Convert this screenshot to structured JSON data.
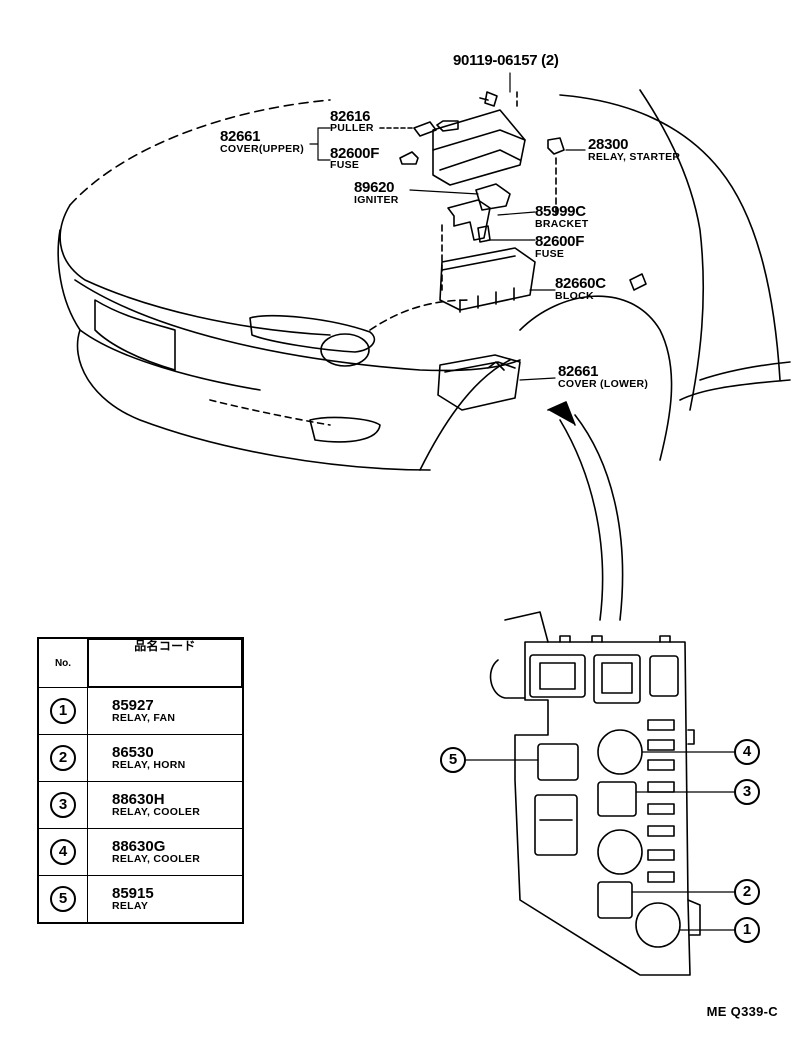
{
  "parts": [
    {
      "id": "bolt",
      "number": "90119-06157 (2)",
      "description": ""
    },
    {
      "id": "puller",
      "number": "82616",
      "description": "PULLER"
    },
    {
      "id": "cover-upper",
      "number": "82661",
      "description": "COVER(UPPER)"
    },
    {
      "id": "fuse-upper",
      "number": "82600F",
      "description": "FUSE"
    },
    {
      "id": "relay-starter",
      "number": "28300",
      "description": "RELAY, STARTER"
    },
    {
      "id": "igniter",
      "number": "89620",
      "description": "IGNITER"
    },
    {
      "id": "bracket",
      "number": "85999C",
      "description": "BRACKET"
    },
    {
      "id": "fuse-lower",
      "number": "82600F",
      "description": "FUSE"
    },
    {
      "id": "block",
      "number": "82660C",
      "description": "BLOCK"
    },
    {
      "id": "cover-lower",
      "number": "82661",
      "description": "COVER (LOWER)"
    }
  ],
  "legend": {
    "header_no": "No.",
    "header_name": "品名コード",
    "rows": [
      {
        "no": "1",
        "code": "85927",
        "name": "RELAY, FAN"
      },
      {
        "no": "2",
        "code": "86530",
        "name": "RELAY, HORN"
      },
      {
        "no": "3",
        "code": "88630H",
        "name": "RELAY, COOLER"
      },
      {
        "no": "4",
        "code": "88630G",
        "name": "RELAY, COOLER"
      },
      {
        "no": "5",
        "code": "85915",
        "name": "RELAY"
      }
    ]
  },
  "callouts": [
    "5",
    "4",
    "3",
    "2",
    "1"
  ],
  "figure_code": "ME Q339-C"
}
